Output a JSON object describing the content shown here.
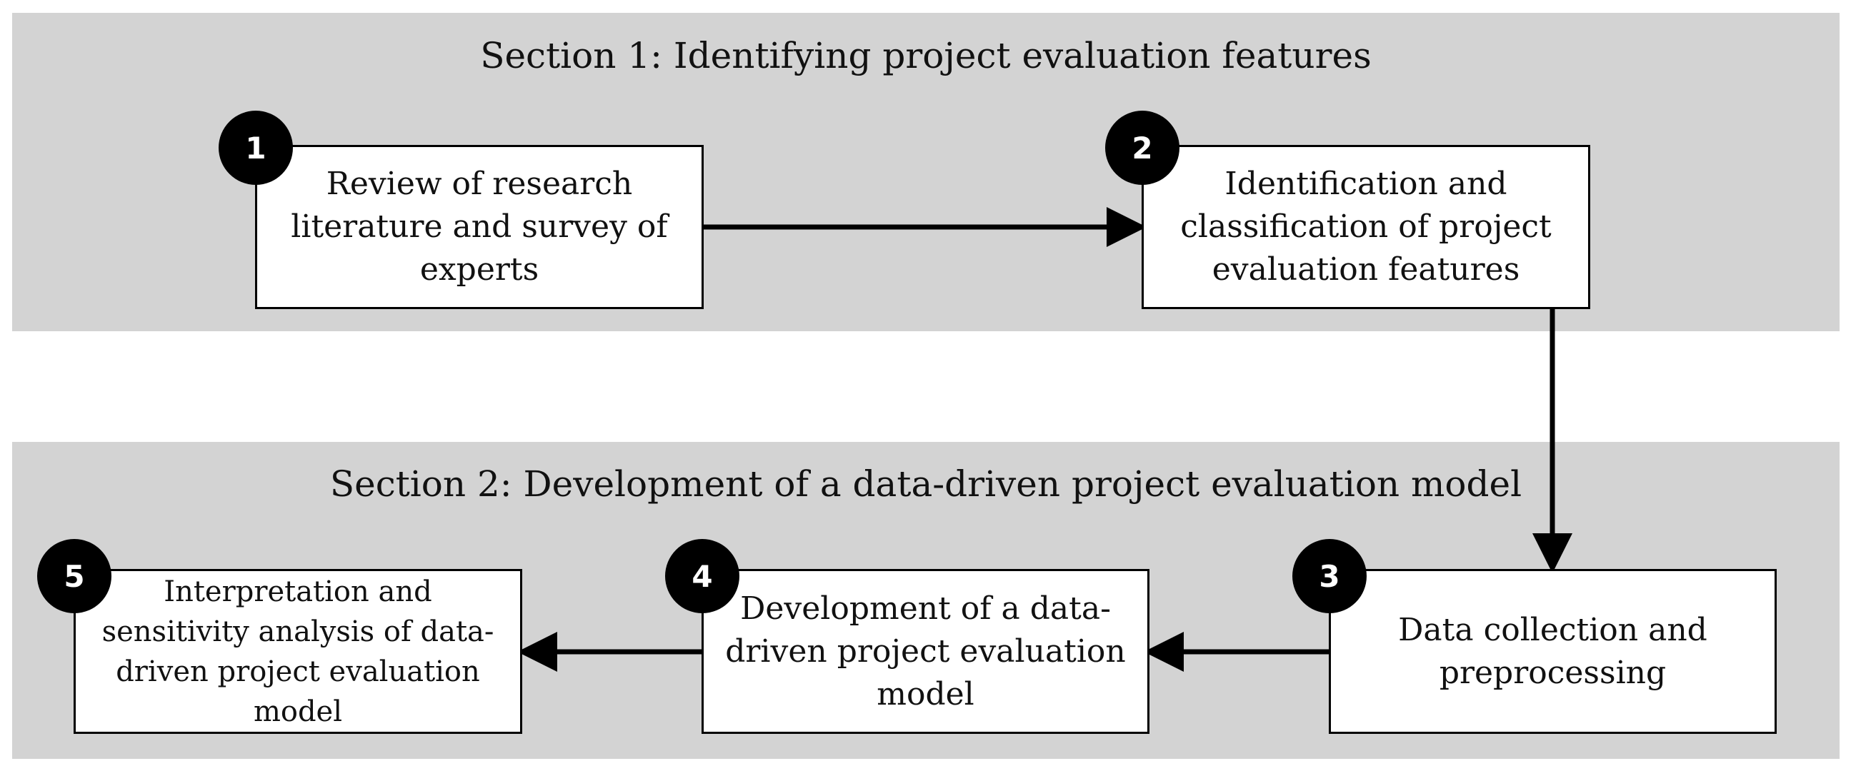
{
  "sections": [
    {
      "title": "Section 1: Identifying project evaluation features"
    },
    {
      "title": "Section 2: Development of a data-driven project evaluation model"
    }
  ],
  "steps": [
    {
      "number": "1",
      "label": "Review of research\nliterature and survey of\nexperts"
    },
    {
      "number": "2",
      "label": "Identification and\nclassification of project\nevaluation features"
    },
    {
      "number": "3",
      "label": "Data collection and\npreprocessing"
    },
    {
      "number": "4",
      "label": "Development of a data-\ndriven project evaluation\nmodel"
    },
    {
      "number": "5",
      "label": "Interpretation and\nsensitivity analysis of data-\ndriven project evaluation\nmodel"
    }
  ],
  "flow": [
    {
      "from": "1",
      "to": "2"
    },
    {
      "from": "2",
      "to": "3"
    },
    {
      "from": "3",
      "to": "4"
    },
    {
      "from": "4",
      "to": "5"
    }
  ],
  "colors": {
    "panel_background": "#d3d3d3",
    "box_background": "#ffffff",
    "badge_background": "#000000",
    "arrow": "#000000"
  }
}
